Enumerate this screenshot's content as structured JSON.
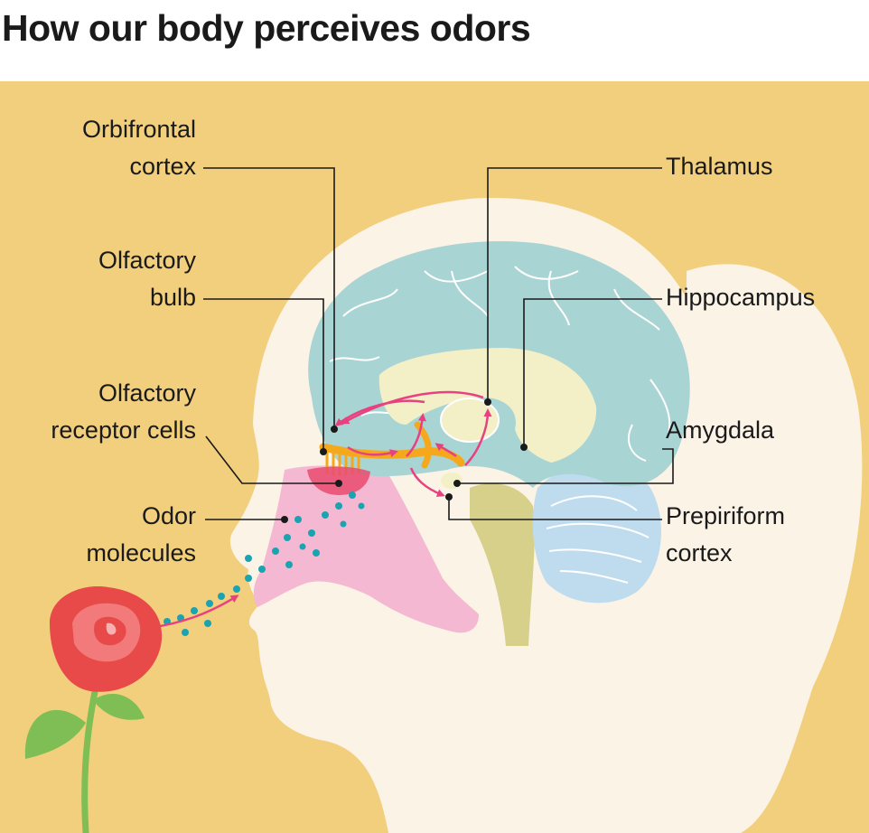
{
  "title": "How our body perceives odors",
  "labels": {
    "orbifrontal_1": "Orbifrontal",
    "orbifrontal_2": "cortex",
    "thalamus": "Thalamus",
    "bulb_1": "Olfactory",
    "bulb_2": "bulb",
    "hippocampus": "Hippocampus",
    "receptor_1": "Olfactory",
    "receptor_2": "receptor cells",
    "amygdala": "Amygdala",
    "odor_1": "Odor",
    "odor_2": "molecules",
    "prepiriform_1": "Prepiriform",
    "prepiriform_2": "cortex"
  },
  "colors": {
    "background": "#f2cf7d",
    "head": "#fbf3e6",
    "brain": "#a9d4d4",
    "limbic": "#f3f0c8",
    "brainstem": "#d7d08b",
    "cerebellum": "#bfdcee",
    "nasal_cavity": "#f4b8d2",
    "olfactory_bulb": "#f5a81c",
    "arrows": "#e8417f",
    "molecules": "#1aa3b0",
    "rose": "#e84a4a",
    "stem": "#7fbd55"
  }
}
